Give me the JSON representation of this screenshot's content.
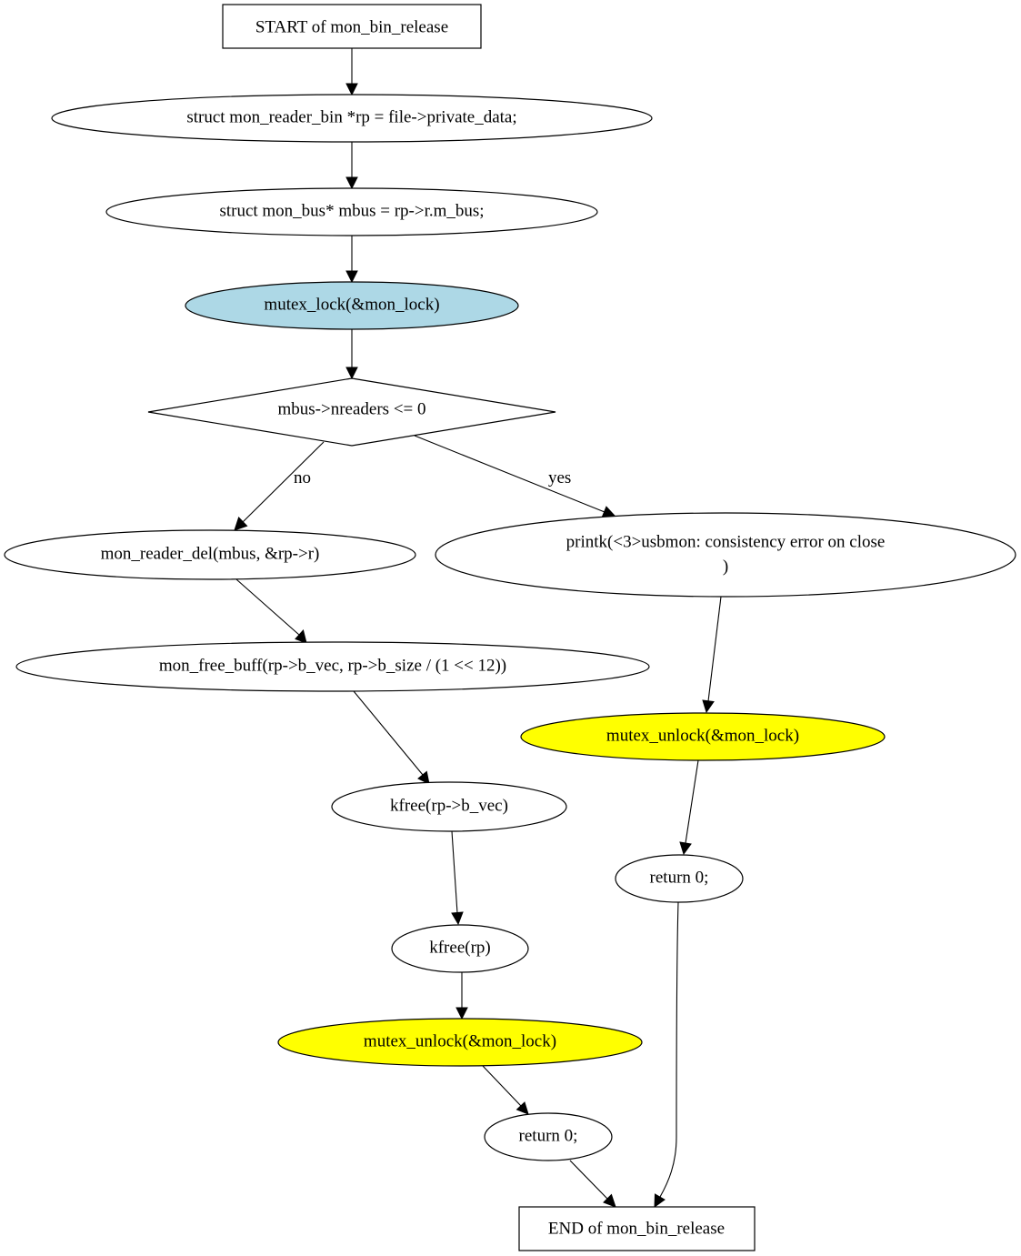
{
  "colors": {
    "default_fill": "#ffffff",
    "lock_fill": "#add8e6",
    "unlock_fill": "#ffff00",
    "stroke": "#000000"
  },
  "nodes": {
    "start": {
      "label": "START of mon_bin_release",
      "shape": "box"
    },
    "rp_decl": {
      "label": "struct mon_reader_bin *rp = file->private_data;",
      "shape": "ellipse"
    },
    "mbus_decl": {
      "label": "struct mon_bus* mbus = rp->r.m_bus;",
      "shape": "ellipse"
    },
    "lock": {
      "label": "mutex_lock(&mon_lock)",
      "shape": "ellipse",
      "fill": "lock_fill"
    },
    "cond": {
      "label": "mbus->nreaders <= 0",
      "shape": "diamond"
    },
    "reader_del": {
      "label": "mon_reader_del(mbus, &rp->r)",
      "shape": "ellipse"
    },
    "free_buff": {
      "label": "mon_free_buff(rp->b_vec, rp->b_size / (1 << 12))",
      "shape": "ellipse"
    },
    "kfree_vec": {
      "label": "kfree(rp->b_vec)",
      "shape": "ellipse"
    },
    "kfree_rp": {
      "label": "kfree(rp)",
      "shape": "ellipse"
    },
    "unlock_left": {
      "label": "mutex_unlock(&mon_lock)",
      "shape": "ellipse",
      "fill": "unlock_fill"
    },
    "return_left": {
      "label": "return 0;",
      "shape": "ellipse"
    },
    "printk": {
      "label_lines": [
        "printk(<3>usbmon: consistency error on close",
        ")"
      ],
      "shape": "ellipse"
    },
    "unlock_right": {
      "label": "mutex_unlock(&mon_lock)",
      "shape": "ellipse",
      "fill": "unlock_fill"
    },
    "return_right": {
      "label": "return 0;",
      "shape": "ellipse"
    },
    "end": {
      "label": "END of mon_bin_release",
      "shape": "box"
    }
  },
  "edges": [
    {
      "from": "start",
      "to": "rp_decl"
    },
    {
      "from": "rp_decl",
      "to": "mbus_decl"
    },
    {
      "from": "mbus_decl",
      "to": "lock"
    },
    {
      "from": "lock",
      "to": "cond"
    },
    {
      "from": "cond",
      "to": "reader_del",
      "label": "no"
    },
    {
      "from": "cond",
      "to": "printk",
      "label": "yes"
    },
    {
      "from": "reader_del",
      "to": "free_buff"
    },
    {
      "from": "free_buff",
      "to": "kfree_vec"
    },
    {
      "from": "kfree_vec",
      "to": "kfree_rp"
    },
    {
      "from": "kfree_rp",
      "to": "unlock_left"
    },
    {
      "from": "unlock_left",
      "to": "return_left"
    },
    {
      "from": "return_left",
      "to": "end"
    },
    {
      "from": "printk",
      "to": "unlock_right"
    },
    {
      "from": "unlock_right",
      "to": "return_right"
    },
    {
      "from": "return_right",
      "to": "end"
    }
  ]
}
